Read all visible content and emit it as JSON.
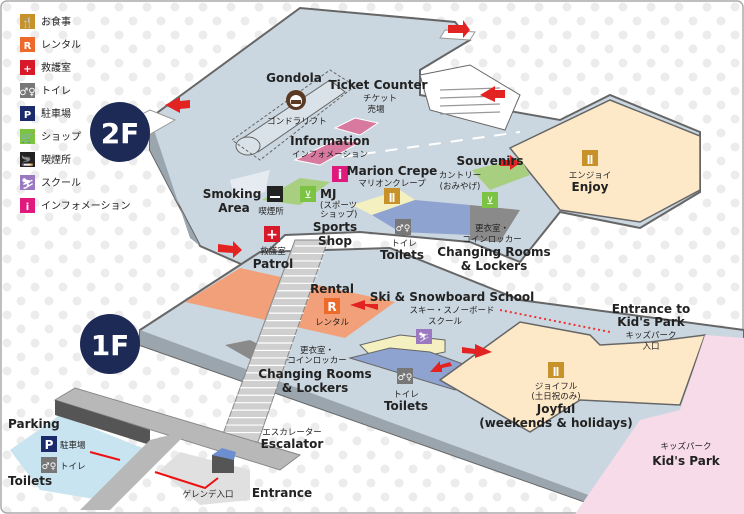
{
  "legend": [
    {
      "icon": "restaurant-icon",
      "glyph": "🍴",
      "color": "#c8922a",
      "label": "お食事"
    },
    {
      "icon": "rental-icon",
      "glyph": "R",
      "color": "#ee6a2a",
      "label": "レンタル"
    },
    {
      "icon": "first-aid-icon",
      "glyph": "+",
      "color": "#d7192a",
      "label": "救護室"
    },
    {
      "icon": "toilet-icon",
      "glyph": "♂♀",
      "color": "#777777",
      "label": "トイレ"
    },
    {
      "icon": "parking-icon",
      "glyph": "P",
      "color": "#1b2a6b",
      "label": "駐車場"
    },
    {
      "icon": "shop-icon",
      "glyph": "🛒",
      "color": "#7cc243",
      "label": "ショップ"
    },
    {
      "icon": "smoking-icon",
      "glyph": "🚬",
      "color": "#222222",
      "label": "喫煙所"
    },
    {
      "icon": "school-icon",
      "glyph": "⛷",
      "color": "#9b79c1",
      "label": "スクール"
    },
    {
      "icon": "information-icon",
      "glyph": "i",
      "color": "#e0197d",
      "label": "インフォメーション"
    }
  ],
  "floors": {
    "f2": "2F",
    "f1": "1F"
  },
  "f2": {
    "gondola": {
      "en": "Gondola",
      "jp": "ゴンドラリフト"
    },
    "ticket": {
      "en": "Ticket Counter",
      "jp1": "チケット",
      "jp2": "売場"
    },
    "info": {
      "en": "Information",
      "jp": "インフォメーション"
    },
    "crepe": {
      "en": "Marion Crepe",
      "jp": "マリオンクレープ"
    },
    "souvenirs": {
      "en": "Souvenirs",
      "jp1": "カントリー",
      "jp2": "(おみやげ)"
    },
    "enjoy": {
      "en": "Enjoy",
      "jp": "エンジョイ"
    },
    "smoking": {
      "en1": "Smoking",
      "en2": "Area",
      "jp": "喫煙所"
    },
    "mj": {
      "en1": "MJ",
      "jp1": "(スポーツ",
      "jp2": "ショップ)",
      "en2": "Sports",
      "en3": "Shop"
    },
    "toilets": {
      "jp": "トイレ",
      "en": "Toilets"
    },
    "changing": {
      "jp1": "更衣室・",
      "jp2": "コインロッカー",
      "en1": "Changing Rooms",
      "en2": "& Lockers"
    },
    "patrol": {
      "jp": "救護室",
      "en": "Patrol"
    }
  },
  "f1": {
    "rental": {
      "en": "Rental",
      "jp": "レンタル"
    },
    "school": {
      "en": "Ski & Snowboard School",
      "jp1": "スキー・スノーボード",
      "jp2": "スクール"
    },
    "kids_entrance": {
      "en1": "Entrance to",
      "en2": "Kid's Park",
      "jp1": "キッズパーク",
      "jp2": "入口"
    },
    "changing": {
      "jp1": "更衣室・",
      "jp2": "コインロッカー",
      "en1": "Changing Rooms",
      "en2": "& Lockers"
    },
    "toilets": {
      "jp": "トイレ",
      "en": "Toilets"
    },
    "joyful": {
      "jp1": "ジョイフル",
      "jp2": "(土日祝のみ)",
      "en1": "Joyful",
      "en2": "(weekends & holidays)"
    },
    "kids_park": {
      "jp": "キッズパーク",
      "en": "Kid's Park"
    },
    "escalator": {
      "jp": "エスカレーター",
      "en": "Escalator"
    }
  },
  "ground": {
    "parking": {
      "en": "Parking",
      "jp": "駐車場"
    },
    "toilets": {
      "jp": "トイレ",
      "en": "Toilets"
    },
    "entrance": {
      "jp": "ゲレンデ入口",
      "en": "Entrance"
    }
  }
}
